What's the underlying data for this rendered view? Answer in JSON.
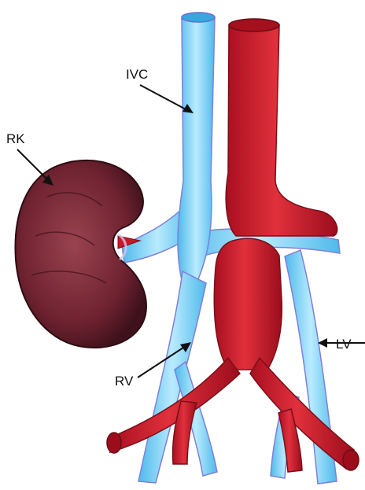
{
  "labels": {
    "ivc": "IVC",
    "rk": "RK",
    "rv": "RV",
    "lv": "LV"
  },
  "colors": {
    "vein": "#62c6ef",
    "vein_light": "#aee4fb",
    "artery": "#cc1a2b",
    "artery_dark": "#8f0f1d",
    "kidney": "#7a2a35",
    "kidney_dark": "#3d1118",
    "outline_blue": "#7f7fdc",
    "arrow": "#111111"
  }
}
